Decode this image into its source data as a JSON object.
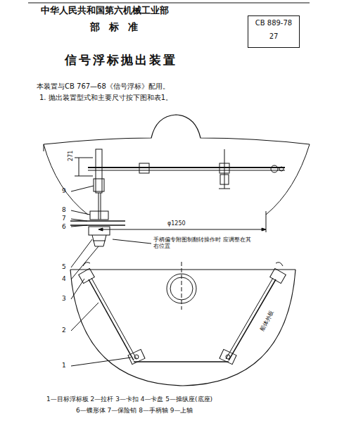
{
  "diagram": {
    "title": "信号浮标抛出装置",
    "nodes": [
      {
        "text": [
          "CB 889-78",
          "27"
        ]
      }
    ],
    "labels": [
      "中华人民共和国第六机械工业部",
      "部 标 准",
      "本装置与CB 767—68《信号浮标》配用。",
      "1. 抛出装置型式和主要尺寸按下图和表1。",
      "271",
      "φ1250",
      "9",
      "8",
      "7",
      "6",
      "5",
      "4",
      "3",
      "2",
      "1",
      "手柄偏专附图制翻转操作时 应调整在其右位置",
      "船体外板",
      "1—目标浮标板  2—拉杆  3—卡扣  4—卡盘  5—操纵座(底座)",
      "6—蝶形体  7—保险销  8—手柄轴  9—上轴"
    ]
  }
}
